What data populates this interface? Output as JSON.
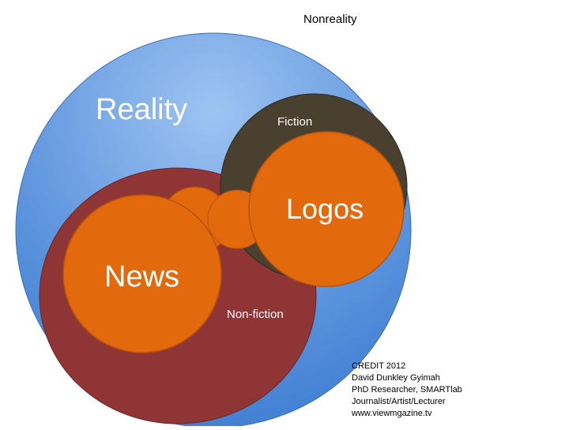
{
  "labels": {
    "nonreality": "Nonreality",
    "reality": "Reality",
    "fiction": "Fiction",
    "logos": "Logos",
    "news": "News",
    "nonfiction": "Non-fiction"
  },
  "credit": {
    "line1": "CREDIT 2012",
    "line2": "David Dunkley Gyimah",
    "line3": "PhD Researcher, SMARTlab",
    "line4": "Journalist/Artist/Lecturer",
    "line5": "www.viewmgazine.tv"
  },
  "colors": {
    "reality_light": "#9ec4f2",
    "reality_dark": "#3f7dd1",
    "nonfiction": "#8f3535",
    "fiction": "#4a4030",
    "orange": "#e26a0c",
    "orange_stroke": "#b9520a"
  }
}
